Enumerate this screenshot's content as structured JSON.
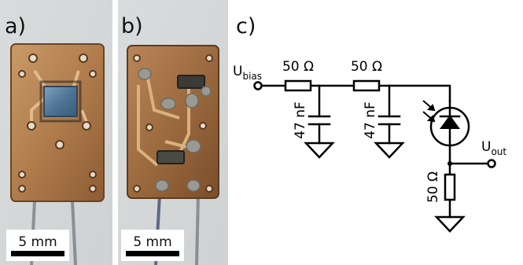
{
  "panels": {
    "a": {
      "letter": "a)",
      "scale_bar": "5 mm"
    },
    "b": {
      "letter": "b)",
      "scale_bar": "5 mm"
    },
    "c": {
      "letter": "c)"
    }
  },
  "circuit": {
    "input_label": "U",
    "input_label_sub": "bias",
    "output_label": "U",
    "output_label_sub": "out",
    "resistor_1": "50 Ω",
    "resistor_2": "50 Ω",
    "capacitor_1": "47 nF",
    "capacitor_2": "47 nF",
    "resistor_load": "50 Ω"
  },
  "colors": {
    "copper": "#b8865a",
    "copper_dark": "#7a4f2c",
    "pcb_edge": "#5e3b1f",
    "sensor_die": "#5a7ea0",
    "solder": "#9a9a92"
  }
}
